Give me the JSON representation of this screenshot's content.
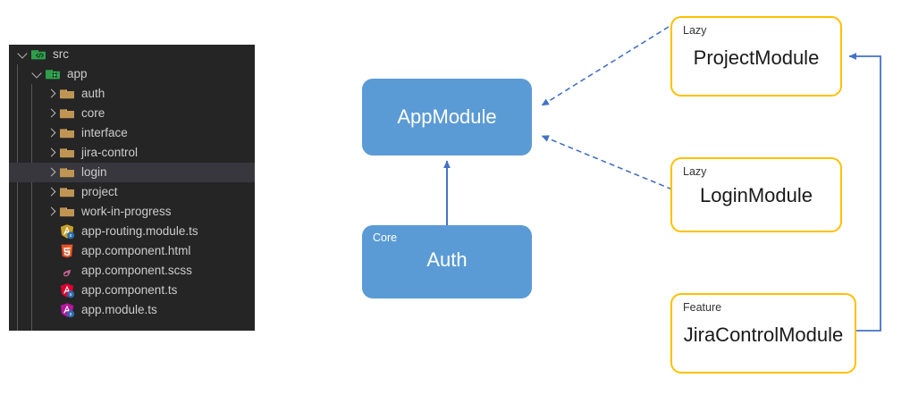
{
  "explorer": {
    "name": "file-explorer",
    "background": "#252526",
    "selected_row": "login",
    "rows": [
      {
        "label": "src",
        "indent": 0,
        "chevron": "down",
        "icon": "folder-src-icon",
        "type": "folder"
      },
      {
        "label": "app",
        "indent": 1,
        "chevron": "down",
        "icon": "folder-app-icon",
        "type": "folder"
      },
      {
        "label": "auth",
        "indent": 2,
        "chevron": "right",
        "icon": "folder-icon",
        "type": "folder"
      },
      {
        "label": "core",
        "indent": 2,
        "chevron": "right",
        "icon": "folder-icon",
        "type": "folder"
      },
      {
        "label": "interface",
        "indent": 2,
        "chevron": "right",
        "icon": "folder-icon",
        "type": "folder"
      },
      {
        "label": "jira-control",
        "indent": 2,
        "chevron": "right",
        "icon": "folder-icon",
        "type": "folder"
      },
      {
        "label": "login",
        "indent": 2,
        "chevron": "right",
        "icon": "folder-icon",
        "type": "folder",
        "selected": true
      },
      {
        "label": "project",
        "indent": 2,
        "chevron": "right",
        "icon": "folder-icon",
        "type": "folder"
      },
      {
        "label": "work-in-progress",
        "indent": 2,
        "chevron": "right",
        "icon": "folder-icon",
        "type": "folder"
      },
      {
        "label": "app-routing.module.ts",
        "indent": 2,
        "chevron": "none",
        "icon": "angular-gold-icon",
        "type": "file"
      },
      {
        "label": "app.component.html",
        "indent": 2,
        "chevron": "none",
        "icon": "html5-icon",
        "type": "file"
      },
      {
        "label": "app.component.scss",
        "indent": 2,
        "chevron": "none",
        "icon": "sass-icon",
        "type": "file"
      },
      {
        "label": "app.component.ts",
        "indent": 2,
        "chevron": "none",
        "icon": "angular-red-icon",
        "type": "file"
      },
      {
        "label": "app.module.ts",
        "indent": 2,
        "chevron": "none",
        "icon": "angular-purple-icon",
        "type": "file"
      }
    ]
  },
  "diagram": {
    "colors": {
      "module_fill": "#5b9bd5",
      "module_border": "#ffc000",
      "connector": "#4472c4",
      "dashed_connector": "#4472c4"
    },
    "nodes": [
      {
        "id": "appmodule",
        "stereotype": "",
        "title": "AppModule",
        "style": "filled"
      },
      {
        "id": "auth",
        "stereotype": "Core",
        "title": "Auth",
        "style": "filled"
      },
      {
        "id": "project",
        "stereotype": "Lazy",
        "title": "ProjectModule",
        "style": "outlined"
      },
      {
        "id": "login",
        "stereotype": "Lazy",
        "title": "LoginModule",
        "style": "outlined"
      },
      {
        "id": "jira",
        "stereotype": "Feature",
        "title": "JiraControlModule",
        "style": "outlined"
      }
    ],
    "edges": [
      {
        "from": "project",
        "to": "appmodule",
        "style": "dashed",
        "arrow": "to"
      },
      {
        "from": "login",
        "to": "appmodule",
        "style": "dashed",
        "arrow": "to"
      },
      {
        "from": "auth",
        "to": "appmodule",
        "style": "solid",
        "arrow": "to"
      },
      {
        "from": "jira",
        "to": "project",
        "style": "solid",
        "arrow": "to"
      }
    ]
  }
}
